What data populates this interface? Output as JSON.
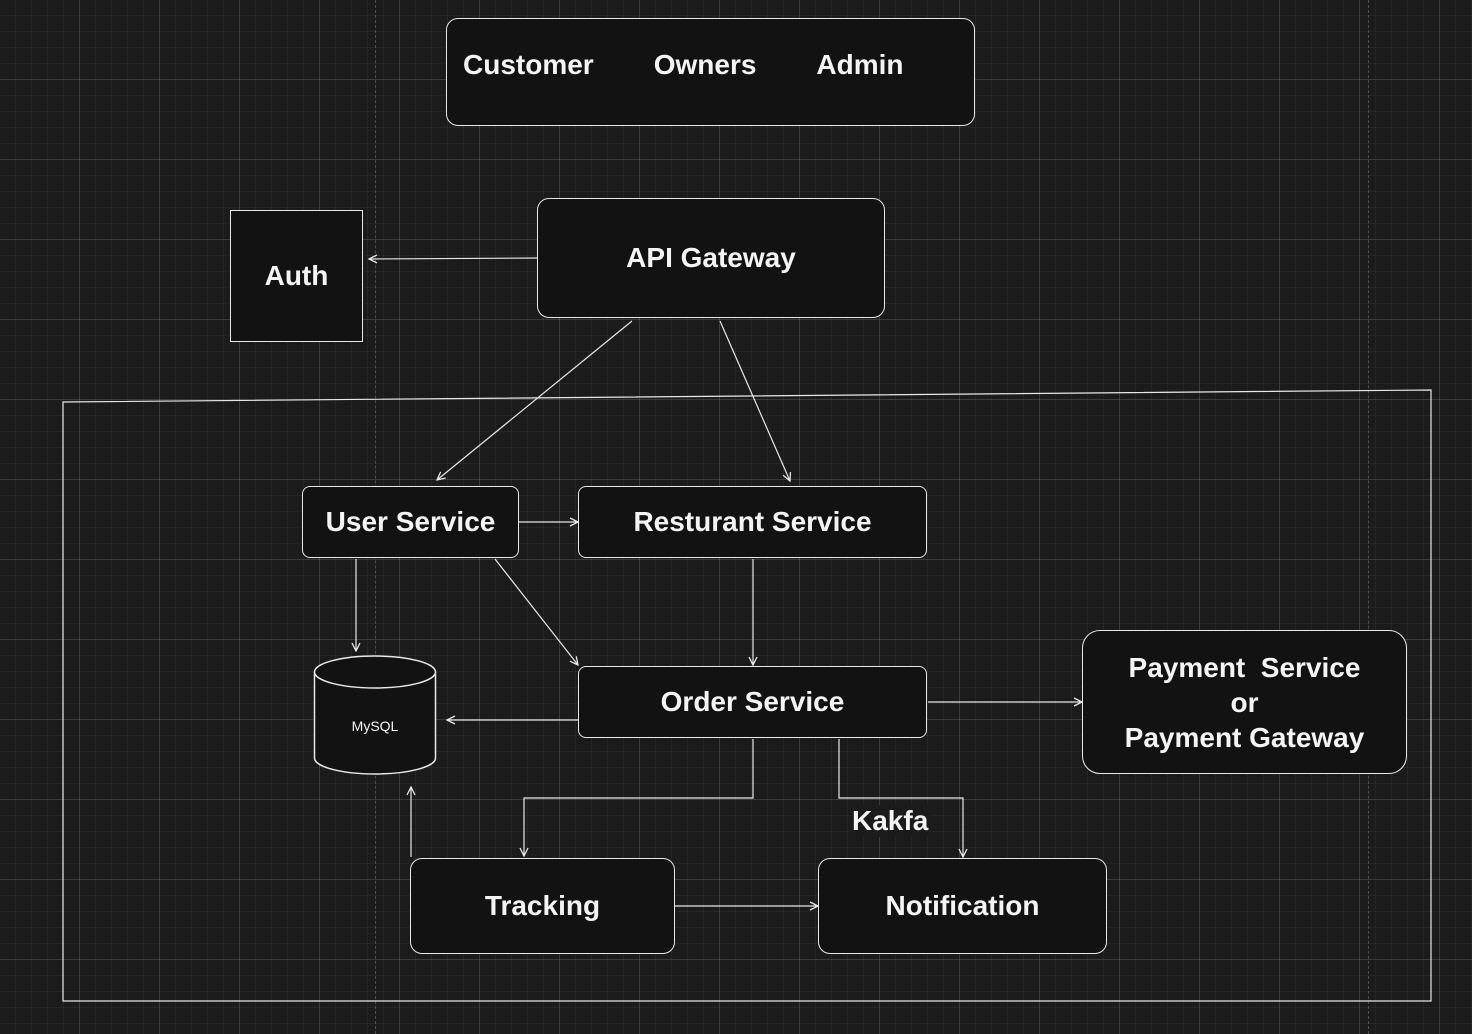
{
  "clients": {
    "customer": "Customer",
    "owners": "Owners",
    "admin": "Admin"
  },
  "gateway": {
    "label": "API Gateway"
  },
  "auth": {
    "label": "Auth"
  },
  "services": {
    "user": "User Service",
    "restaurant": "Resturant Service",
    "order": "Order Service",
    "payment_line1": "Payment  Service",
    "payment_line2": "or",
    "payment_line3": "Payment Gateway",
    "tracking": "Tracking",
    "notification": "Notification"
  },
  "database": {
    "label": "MySQL"
  },
  "edges": {
    "kafka_label": "Kakfa"
  },
  "colors": {
    "background": "#1b1b1b",
    "node_fill": "#121212",
    "stroke": "#e8e8e8",
    "text": "#f4f4f4"
  }
}
